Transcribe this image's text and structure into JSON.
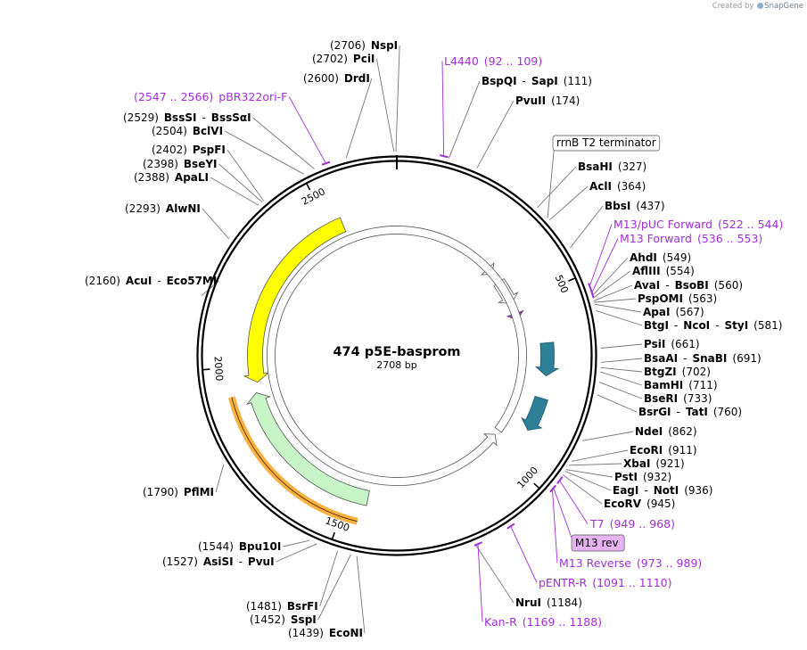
{
  "credit": {
    "prefix": "Created by",
    "brand": "SnapGene"
  },
  "plasmid": {
    "name": "474 p5E-basprom",
    "length_text": "2708 bp",
    "length": 2708
  },
  "colors": {
    "backbone": "#000000",
    "ori": "#ffff00",
    "kanr": "#c8f5c8",
    "att": "#2e7f98",
    "primer": "#a12fd6",
    "highlight": "#f5a623",
    "label_box_fill": "#e6b3f5"
  },
  "tick_labels": [
    "500",
    "1000",
    "1500",
    "2000",
    "2500"
  ],
  "features": [
    {
      "name": "ori",
      "start": 2540,
      "end": 1950,
      "dir": "ccw",
      "color": "#ffff00"
    },
    {
      "name": "KanR",
      "start": 1440,
      "end": 1920,
      "dir": "cw",
      "color": "#c8f5c8"
    },
    {
      "name": "attL4",
      "start": 640,
      "end": 735,
      "dir": "cw",
      "color": "#2e7f98"
    },
    {
      "name": "attR1",
      "start": 800,
      "end": 900,
      "dir": "cw",
      "color": "#2e7f98"
    },
    {
      "name": "rrnB T1 terminator",
      "start": 408,
      "end": 493,
      "dir": "cw",
      "color": "#ffffff"
    },
    {
      "name": "rrnB T2 terminator",
      "start": 345,
      "end": 372,
      "dir": "cw",
      "color": "#ffffff"
    },
    {
      "name": "M13 fwd",
      "start": 536,
      "end": 553,
      "dir": "cw",
      "color": "#a12fd6"
    },
    {
      "name": "T7 promoter",
      "start": 949,
      "end": 968,
      "dir": "ccw",
      "color": "#ffffff"
    }
  ],
  "primer_marks": [
    {
      "name": "L4440",
      "pos": 100
    },
    {
      "name": "pBR322ori-F",
      "pos": 2556
    },
    {
      "name": "M13/pUC Forward",
      "pos": 530
    },
    {
      "name": "M13 Forward",
      "pos": 544
    },
    {
      "name": "T7",
      "pos": 958
    },
    {
      "name": "M13 Reverse",
      "pos": 981
    },
    {
      "name": "pENTR-R",
      "pos": 1100
    },
    {
      "name": "Kan-R",
      "pos": 1178
    }
  ],
  "labels": [
    {
      "pos": 2706,
      "parts": [
        {
          "t": "(2706)"
        },
        {
          "t": "NspI",
          "b": true
        }
      ]
    },
    {
      "pos": 2702,
      "parts": [
        {
          "t": "(2702)"
        },
        {
          "t": "PciI",
          "b": true
        }
      ]
    },
    {
      "pos": 2600,
      "parts": [
        {
          "t": "(2600)"
        },
        {
          "t": "DrdI",
          "b": true
        }
      ]
    },
    {
      "pos": 2556,
      "purple": true,
      "parts": [
        {
          "t": "(2547 .. 2566)"
        },
        {
          "t": "pBR322ori-F"
        }
      ]
    },
    {
      "pos": 2529,
      "parts": [
        {
          "t": "(2529)"
        },
        {
          "t": "BssSI",
          "b": true
        },
        {
          "t": "-"
        },
        {
          "t": "BssSαI",
          "b": true
        }
      ]
    },
    {
      "pos": 2504,
      "parts": [
        {
          "t": "(2504)"
        },
        {
          "t": "BclVI",
          "b": true
        }
      ]
    },
    {
      "pos": 2402,
      "parts": [
        {
          "t": "(2402)"
        },
        {
          "t": "PspFI",
          "b": true
        }
      ]
    },
    {
      "pos": 2398,
      "parts": [
        {
          "t": "(2398)"
        },
        {
          "t": "BseYI",
          "b": true
        }
      ]
    },
    {
      "pos": 2388,
      "parts": [
        {
          "t": "(2388)"
        },
        {
          "t": "ApaLI",
          "b": true
        }
      ]
    },
    {
      "pos": 2293,
      "parts": [
        {
          "t": "(2293)"
        },
        {
          "t": "AlwNI",
          "b": true
        }
      ]
    },
    {
      "pos": 2160,
      "parts": [
        {
          "t": "(2160)"
        },
        {
          "t": "AcuI",
          "b": true
        },
        {
          "t": "-"
        },
        {
          "t": "Eco57MI",
          "b": true
        }
      ]
    },
    {
      "pos": 1790,
      "parts": [
        {
          "t": "(1790)"
        },
        {
          "t": "PflMI",
          "b": true
        }
      ]
    },
    {
      "pos": 1544,
      "parts": [
        {
          "t": "(1544)"
        },
        {
          "t": "Bpu10I",
          "b": true
        }
      ]
    },
    {
      "pos": 1527,
      "parts": [
        {
          "t": "(1527)"
        },
        {
          "t": "AsiSI",
          "b": true
        },
        {
          "t": "-"
        },
        {
          "t": "PvuI",
          "b": true
        }
      ]
    },
    {
      "pos": 1481,
      "parts": [
        {
          "t": "(1481)"
        },
        {
          "t": "BsrFI",
          "b": true
        }
      ]
    },
    {
      "pos": 1452,
      "parts": [
        {
          "t": "(1452)"
        },
        {
          "t": "SspI",
          "b": true
        }
      ]
    },
    {
      "pos": 1439,
      "parts": [
        {
          "t": "(1439)"
        },
        {
          "t": "EcoNI",
          "b": true
        }
      ]
    },
    {
      "pos": 100,
      "purple": true,
      "parts": [
        {
          "t": "L4440"
        },
        {
          "t": "(92 .. 109)"
        }
      ]
    },
    {
      "pos": 111,
      "parts": [
        {
          "t": "BspQI",
          "b": true
        },
        {
          "t": "-"
        },
        {
          "t": "SapI",
          "b": true
        },
        {
          "t": "(111)"
        }
      ]
    },
    {
      "pos": 174,
      "parts": [
        {
          "t": "PvuII",
          "b": true
        },
        {
          "t": "(174)"
        }
      ]
    },
    {
      "pos": 358,
      "boxed": true,
      "parts": [
        {
          "t": "rrnB T2 terminator"
        }
      ]
    },
    {
      "pos": 327,
      "parts": [
        {
          "t": "BsaHI",
          "b": true
        },
        {
          "t": "(327)"
        }
      ]
    },
    {
      "pos": 364,
      "parts": [
        {
          "t": "AclI",
          "b": true
        },
        {
          "t": "(364)"
        }
      ]
    },
    {
      "pos": 437,
      "parts": [
        {
          "t": "BbsI",
          "b": true
        },
        {
          "t": "(437)"
        }
      ]
    },
    {
      "pos": 530,
      "purple": true,
      "parts": [
        {
          "t": "M13/pUC Forward"
        },
        {
          "t": "(522 .. 544)"
        }
      ]
    },
    {
      "pos": 544,
      "purple": true,
      "parts": [
        {
          "t": "M13 Forward"
        },
        {
          "t": "(536 .. 553)"
        }
      ]
    },
    {
      "pos": 549,
      "parts": [
        {
          "t": "AhdI",
          "b": true
        },
        {
          "t": "(549)"
        }
      ]
    },
    {
      "pos": 554,
      "parts": [
        {
          "t": "AflIII",
          "b": true
        },
        {
          "t": "(554)"
        }
      ]
    },
    {
      "pos": 560,
      "parts": [
        {
          "t": "AvaI",
          "b": true
        },
        {
          "t": "-"
        },
        {
          "t": "BsoBI",
          "b": true
        },
        {
          "t": "(560)"
        }
      ]
    },
    {
      "pos": 563,
      "parts": [
        {
          "t": "PspOMI",
          "b": true
        },
        {
          "t": "(563)"
        }
      ]
    },
    {
      "pos": 567,
      "parts": [
        {
          "t": "ApaI",
          "b": true
        },
        {
          "t": "(567)"
        }
      ]
    },
    {
      "pos": 581,
      "parts": [
        {
          "t": "BtgI",
          "b": true
        },
        {
          "t": "-"
        },
        {
          "t": "NcoI",
          "b": true
        },
        {
          "t": "-"
        },
        {
          "t": "StyI",
          "b": true
        },
        {
          "t": "(581)"
        }
      ]
    },
    {
      "pos": 661,
      "parts": [
        {
          "t": "PsiI",
          "b": true
        },
        {
          "t": "(661)"
        }
      ]
    },
    {
      "pos": 691,
      "parts": [
        {
          "t": "BsaAI",
          "b": true
        },
        {
          "t": "-"
        },
        {
          "t": "SnaBI",
          "b": true
        },
        {
          "t": "(691)"
        }
      ]
    },
    {
      "pos": 702,
      "parts": [
        {
          "t": "BtgZI",
          "b": true
        },
        {
          "t": "(702)"
        }
      ]
    },
    {
      "pos": 711,
      "parts": [
        {
          "t": "BamHI",
          "b": true
        },
        {
          "t": "(711)"
        }
      ]
    },
    {
      "pos": 733,
      "parts": [
        {
          "t": "BseRI",
          "b": true
        },
        {
          "t": "(733)"
        }
      ]
    },
    {
      "pos": 760,
      "parts": [
        {
          "t": "BsrGI",
          "b": true
        },
        {
          "t": "-"
        },
        {
          "t": "TatI",
          "b": true
        },
        {
          "t": "(760)"
        }
      ]
    },
    {
      "pos": 862,
      "parts": [
        {
          "t": "NdeI",
          "b": true
        },
        {
          "t": "(862)"
        }
      ]
    },
    {
      "pos": 911,
      "parts": [
        {
          "t": "EcoRI",
          "b": true
        },
        {
          "t": "(911)"
        }
      ]
    },
    {
      "pos": 921,
      "parts": [
        {
          "t": "XbaI",
          "b": true
        },
        {
          "t": "(921)"
        }
      ]
    },
    {
      "pos": 932,
      "parts": [
        {
          "t": "PstI",
          "b": true
        },
        {
          "t": "(932)"
        }
      ]
    },
    {
      "pos": 936,
      "parts": [
        {
          "t": "EagI",
          "b": true
        },
        {
          "t": "-"
        },
        {
          "t": "NotI",
          "b": true
        },
        {
          "t": "(936)"
        }
      ]
    },
    {
      "pos": 945,
      "parts": [
        {
          "t": "EcoRV",
          "b": true
        },
        {
          "t": "(945)"
        }
      ]
    },
    {
      "pos": 958,
      "purple": true,
      "parts": [
        {
          "t": "T7"
        },
        {
          "t": "(949 .. 968)"
        }
      ]
    },
    {
      "pos": 978,
      "purple": true,
      "boxed": true,
      "parts": [
        {
          "t": "M13 rev"
        }
      ]
    },
    {
      "pos": 981,
      "purple": true,
      "parts": [
        {
          "t": "M13 Reverse"
        },
        {
          "t": "(973 .. 989)"
        }
      ]
    },
    {
      "pos": 1100,
      "purple": true,
      "parts": [
        {
          "t": "pENTR-R"
        },
        {
          "t": "(1091 .. 1110)"
        }
      ]
    },
    {
      "pos": 1184,
      "parts": [
        {
          "t": "NruI",
          "b": true
        },
        {
          "t": "(1184)"
        }
      ]
    },
    {
      "pos": 1178,
      "purple": true,
      "parts": [
        {
          "t": "Kan-R"
        },
        {
          "t": "(1169 .. 1188)"
        }
      ]
    }
  ]
}
